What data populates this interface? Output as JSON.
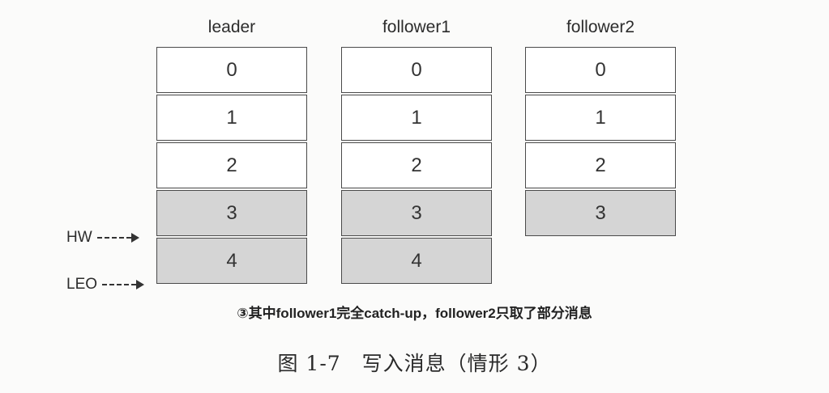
{
  "columns": [
    {
      "title": "leader",
      "cells": [
        "0",
        "1",
        "2",
        "3",
        "4"
      ],
      "shaded": [
        false,
        false,
        false,
        true,
        true
      ]
    },
    {
      "title": "follower1",
      "cells": [
        "0",
        "1",
        "2",
        "3",
        "4"
      ],
      "shaded": [
        false,
        false,
        false,
        true,
        true
      ]
    },
    {
      "title": "follower2",
      "cells": [
        "0",
        "1",
        "2",
        "3"
      ],
      "shaded": [
        false,
        false,
        false,
        true
      ]
    }
  ],
  "markers": {
    "hw_label": "HW",
    "leo_label": "LEO"
  },
  "caption": "③其中follower1完全catch-up，follower2只取了部分消息",
  "figure_caption": "图 1-7　写入消息（情形 3）",
  "colors": {
    "cell_fill": "#ffffff",
    "shaded_fill": "#d5d5d5",
    "border": "#4a4a4a"
  }
}
